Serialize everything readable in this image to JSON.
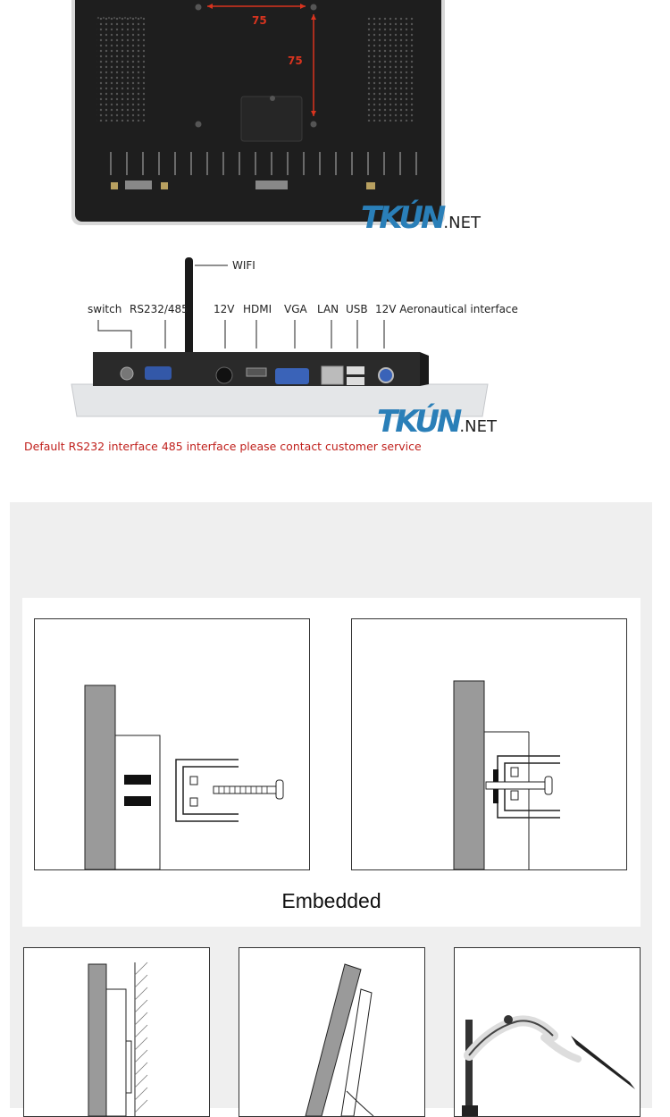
{
  "back_panel": {
    "dim_horizontal": "75",
    "dim_vertical": "75",
    "brand_main": "TKÚN",
    "brand_suffix": ".NET"
  },
  "ports": {
    "labels": {
      "wifi": "WIFI",
      "switch": "switch",
      "rs232": "RS232/485",
      "v12": "12V",
      "hdmi": "HDMI",
      "vga": "VGA",
      "lan": "LAN",
      "usb": "USB",
      "aero": "12V Aeronautical interface"
    },
    "brand_main": "TKÚN",
    "brand_suffix": ".NET",
    "note": "Default RS232 interface 485 interface please contact customer service"
  },
  "mounting": {
    "embedded_title": "Embedded"
  },
  "colors": {
    "brand_blue": "#2a7fb8",
    "note_red": "#c0201c",
    "dimension_red": "#d9341f",
    "band_grey": "#efefef"
  }
}
